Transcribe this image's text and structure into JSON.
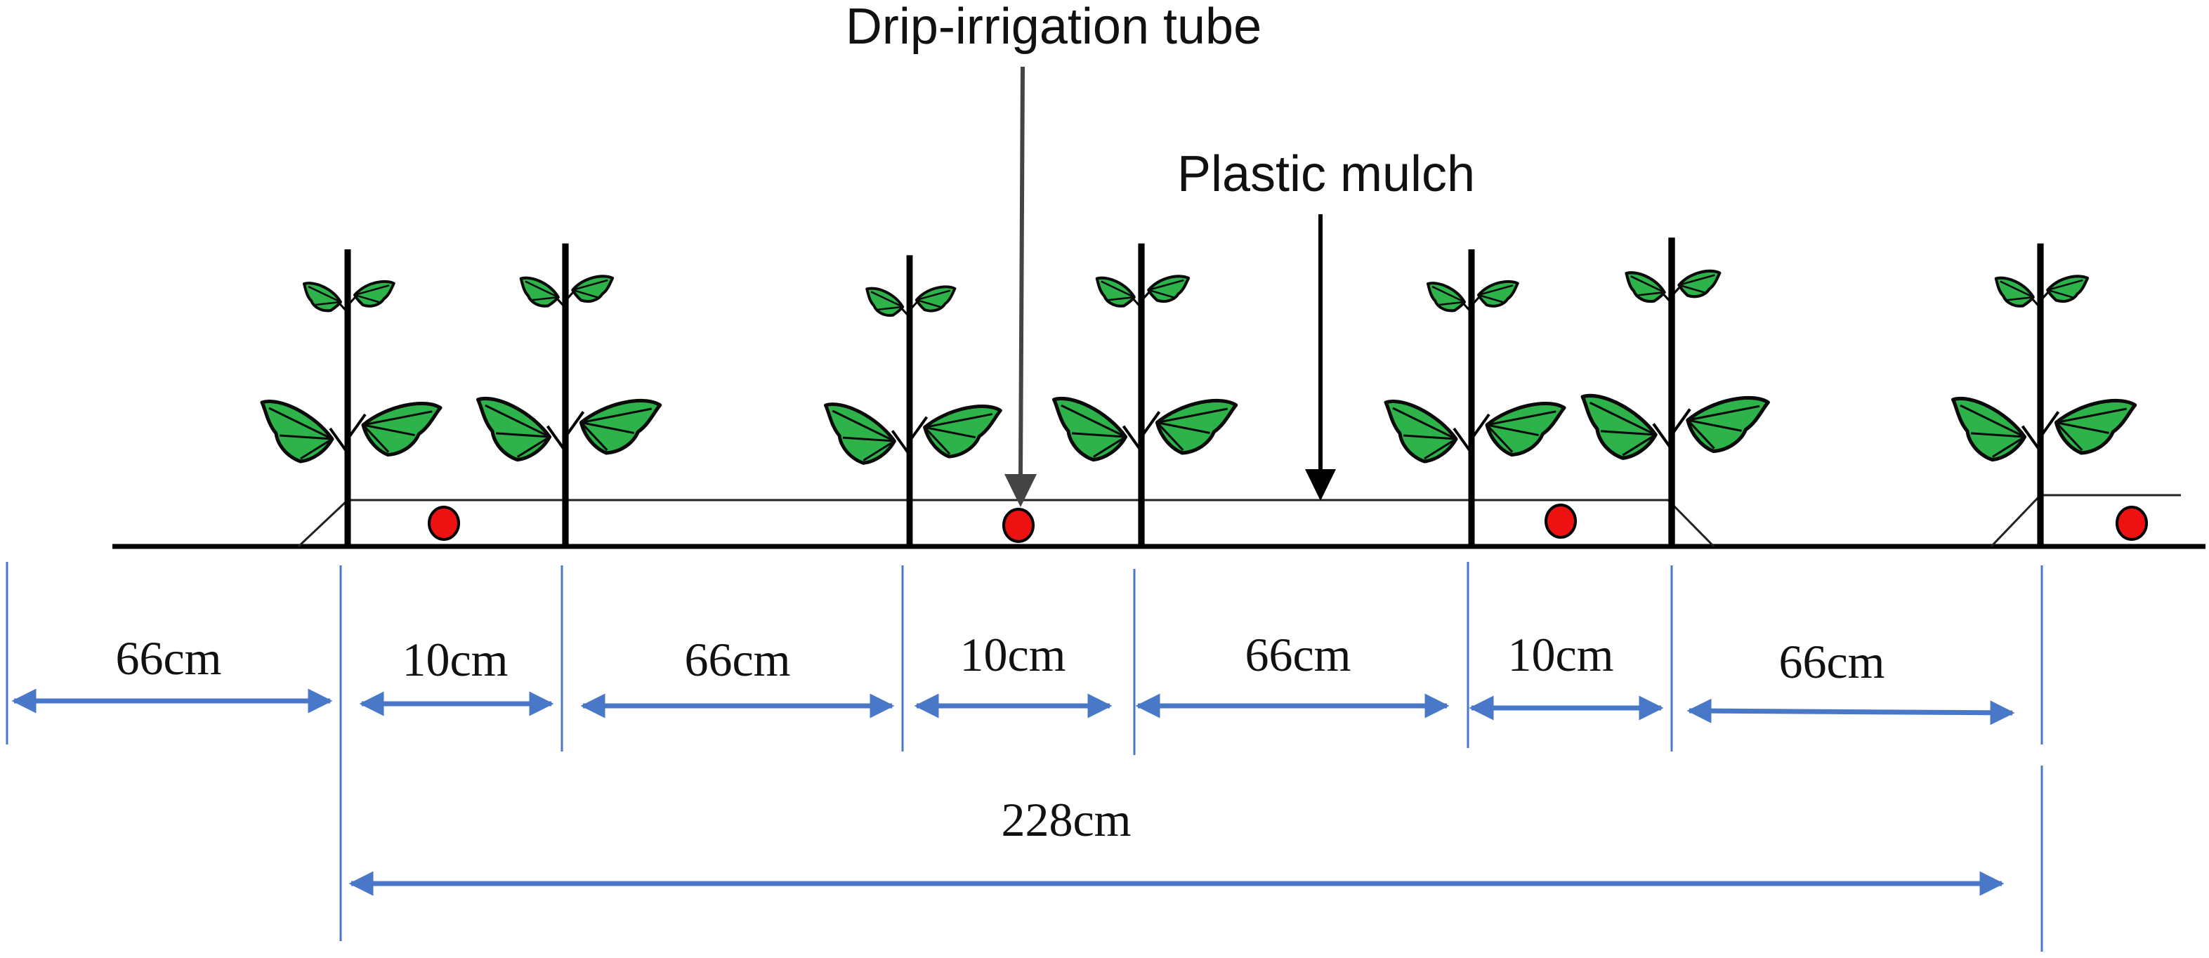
{
  "annotations": {
    "drip_tube": "Drip-irrigation tube",
    "plastic_mulch": "Plastic mulch"
  },
  "dimensions": {
    "wide_row": "66cm",
    "narrow_row": "10cm",
    "total": "228cm",
    "segments": [
      "66cm",
      "10cm",
      "66cm",
      "10cm",
      "66cm",
      "10cm",
      "66cm"
    ]
  },
  "colors": {
    "leaf_fill": "#2db34a",
    "leaf_stroke": "#0a0a0a",
    "stem": "#000000",
    "drip_emitter": "#ee1111",
    "dimension_line": "#4a78c8",
    "ground": "#000000"
  },
  "icons": {
    "plant": "cotton-plant-icon",
    "emitter": "drip-emitter-icon"
  }
}
